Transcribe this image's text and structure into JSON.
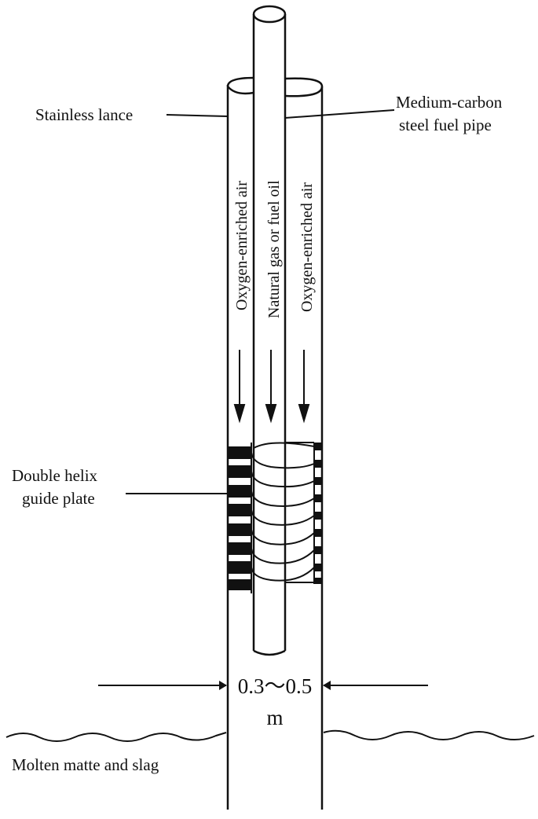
{
  "labels": {
    "stainless_lance": "Stainless lance",
    "fuel_pipe_line1": "Medium-carbon",
    "fuel_pipe_line2": "steel fuel pipe",
    "oxygen_left": "Oxygen-enriched air",
    "natural_gas": "Natural gas or fuel oil",
    "oxygen_right": "Oxygen-enriched air",
    "helix_line1": "Double helix",
    "helix_line2": "guide plate",
    "dimension_value": "0.3～0.5",
    "dimension_unit": "m",
    "molten": "Molten matte and slag"
  },
  "colors": {
    "ink": "#111111",
    "background": "#ffffff"
  }
}
